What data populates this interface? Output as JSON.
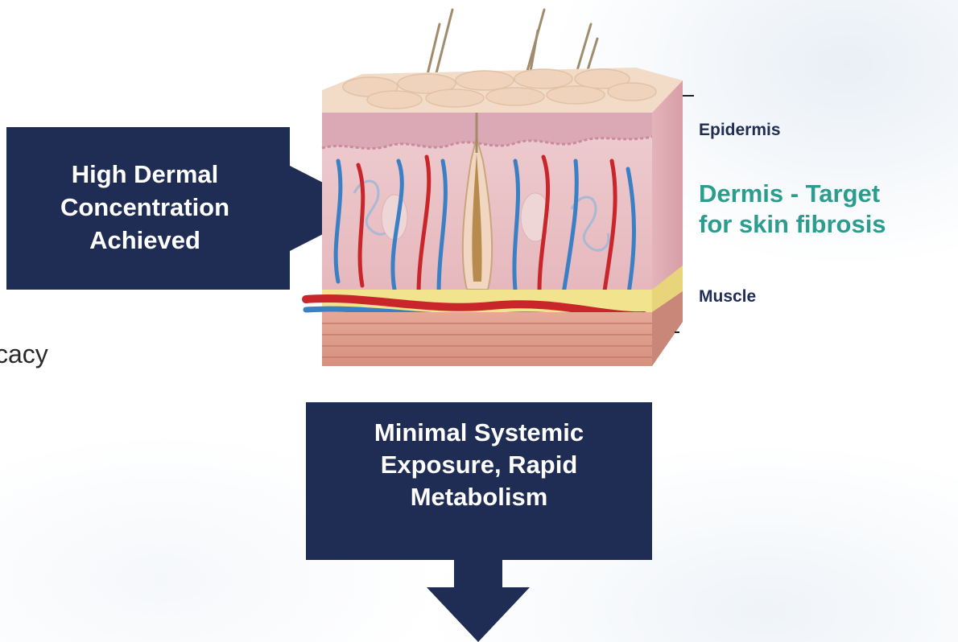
{
  "colors": {
    "navy": "#1f2d54",
    "teal": "#2a9d8f",
    "skin_pink": "#e9c3c6",
    "artery_red": "#c8262a",
    "vein_blue": "#3b7fc4",
    "fat_yellow": "#f2e38f"
  },
  "left_partial_text": "cacy",
  "callouts": {
    "dermal": {
      "line1": "High Dermal",
      "line2": "Concentration",
      "line3": "Achieved"
    },
    "systemic": {
      "line1": "Minimal Systemic",
      "line2": "Exposure, Rapid",
      "line3": "Metabolism"
    }
  },
  "layers": {
    "epidermis": "Epidermis",
    "dermis_line1": "Dermis - Target",
    "dermis_line2": "for skin fibrosis",
    "muscle": "Muscle"
  }
}
